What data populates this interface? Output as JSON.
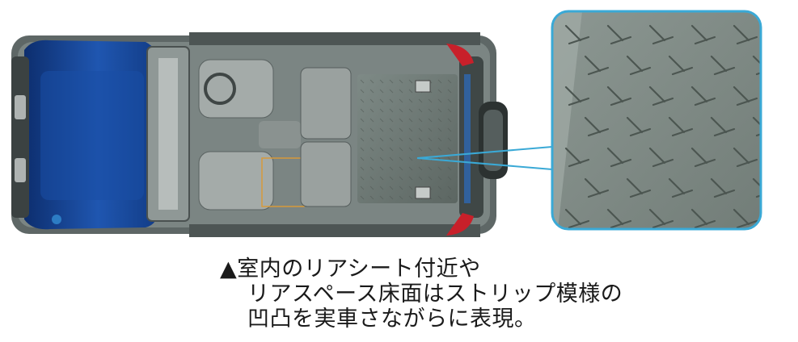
{
  "caption": {
    "marker": "▲",
    "line1": "室内のリアシート付近や",
    "line2": "リアスペース床面はストリップ模様の",
    "line3": "凹凸を実車さながらに表現。"
  },
  "colors": {
    "body_blue": "#1b4a9e",
    "body_gray": "#6c7574",
    "floor_gray": "#6f7873",
    "callout_border": "#3aa9d6",
    "tail_light": "#c8202a"
  },
  "illustration": {
    "subject": "car top-down cutaway",
    "detail": "floor stripe pattern zoom"
  }
}
